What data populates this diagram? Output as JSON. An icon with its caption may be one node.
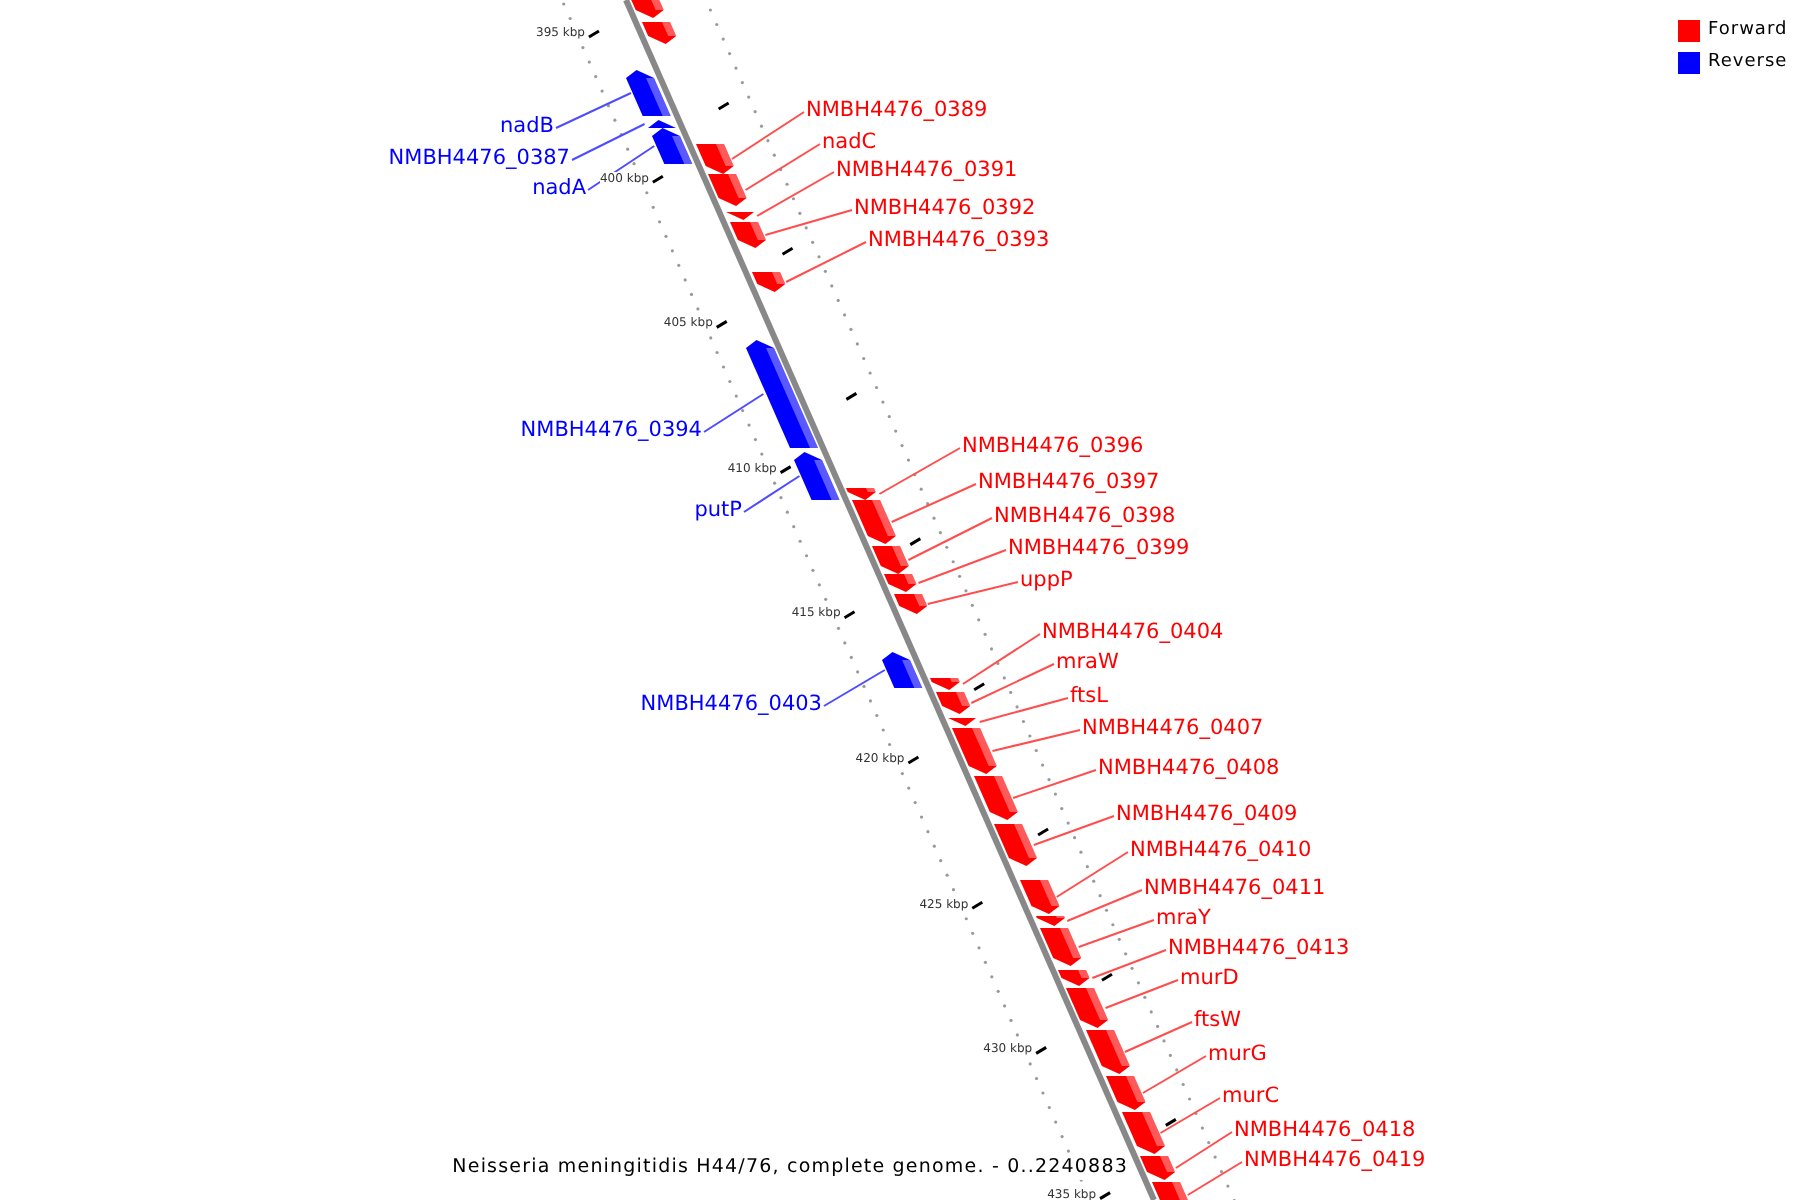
{
  "diagram": {
    "caption": "Neisseria meningitidis H44/76, complete genome. - 0..2240883",
    "nodes": [
      {
        "text": [
          "NMBH4476_0389"
        ]
      },
      {
        "text": [],
        "shape": "bar"
      },
      {
        "text": [
          "nadB"
        ]
      },
      {
        "text": [],
        "shape": "bar"
      },
      {
        "text": [
          "nadC"
        ]
      },
      {
        "text": [],
        "shape": "bar"
      },
      {
        "text": [
          "NMBH4476_0387"
        ]
      },
      {
        "text": [],
        "shape": "bar"
      },
      {
        "text": [
          "NMBH4476_0391"
        ]
      },
      {
        "text": [],
        "shape": "bar"
      },
      {
        "text": [
          "nadA"
        ]
      },
      {
        "text": [],
        "shape": "bar"
      },
      {
        "text": [
          "NMBH4476_0392"
        ]
      },
      {
        "text": [],
        "shape": "bar"
      },
      {
        "text": [
          "NMBH4476_0393"
        ]
      },
      {
        "text": [],
        "shape": "bar"
      },
      {
        "text": [
          "NMBH4476_0394"
        ]
      },
      {
        "text": [],
        "shape": "bar"
      },
      {
        "text": [
          "NMBH4476_0396"
        ]
      },
      {
        "text": [],
        "shape": "bar"
      },
      {
        "text": [
          "NMBH4476_0397"
        ]
      },
      {
        "text": [],
        "shape": "bar"
      },
      {
        "text": [
          "putP"
        ]
      },
      {
        "text": [],
        "shape": "bar"
      },
      {
        "text": [
          "NMBH4476_0398"
        ]
      },
      {
        "text": [],
        "shape": "bar"
      },
      {
        "text": [
          "NMBH4476_0399"
        ]
      },
      {
        "text": [],
        "shape": "bar"
      },
      {
        "text": [
          "uppP"
        ]
      },
      {
        "text": [],
        "shape": "bar"
      },
      {
        "text": [
          "NMBH4476_0404"
        ]
      },
      {
        "text": [],
        "shape": "bar"
      },
      {
        "text": [
          "mraW"
        ]
      },
      {
        "text": [],
        "shape": "bar"
      },
      {
        "text": [
          "ftsL"
        ]
      },
      {
        "text": [],
        "shape": "bar"
      },
      {
        "text": [
          "NMBH4476_0403"
        ]
      },
      {
        "text": [],
        "shape": "bar"
      },
      {
        "text": [
          "NMBH4476_0407"
        ]
      },
      {
        "text": [],
        "shape": "bar"
      },
      {
        "text": [
          "NMBH4476_0408"
        ]
      },
      {
        "text": [],
        "shape": "bar"
      },
      {
        "text": [
          "NMBH4476_0409"
        ]
      },
      {
        "text": [],
        "shape": "bar"
      },
      {
        "text": [
          "NMBH4476_0410"
        ]
      },
      {
        "text": [],
        "shape": "bar"
      },
      {
        "text": [
          "NMBH4476_0411"
        ]
      },
      {
        "text": [],
        "shape": "bar"
      },
      {
        "text": [
          "mraY"
        ]
      },
      {
        "text": [],
        "shape": "bar"
      },
      {
        "text": [
          "NMBH4476_0413"
        ]
      },
      {
        "text": [],
        "shape": "bar"
      },
      {
        "text": [
          "murD"
        ]
      },
      {
        "text": [],
        "shape": "bar"
      },
      {
        "text": [
          "ftsW"
        ]
      },
      {
        "text": [],
        "shape": "bar"
      },
      {
        "text": [
          "murG"
        ]
      },
      {
        "text": [],
        "shape": "bar"
      },
      {
        "text": [
          "murC"
        ]
      },
      {
        "text": [],
        "shape": "bar"
      },
      {
        "text": [
          "NMBH4476_0418"
        ]
      },
      {
        "text": [],
        "shape": "bar"
      },
      {
        "text": [
          "NMBH4476_0419"
        ]
      },
      {
        "text": [],
        "shape": "bar"
      },
      {
        "text": [],
        "shape": "bar"
      },
      {
        "text": [],
        "shape": "bar"
      }
    ],
    "edges": [
      {
        "from": 0,
        "to": 1,
        "arrow": "none"
      },
      {
        "from": 2,
        "to": 3,
        "arrow": "none",
        "color": "#4d4dff"
      },
      {
        "from": 4,
        "to": 5,
        "arrow": "none"
      },
      {
        "from": 6,
        "to": 7,
        "arrow": "none",
        "color": "#4d4dff"
      },
      {
        "from": 8,
        "to": 9,
        "arrow": "none"
      },
      {
        "from": 10,
        "to": 11,
        "arrow": "none",
        "color": "#4d4dff"
      },
      {
        "from": 12,
        "to": 13,
        "arrow": "none"
      },
      {
        "from": 14,
        "to": 15,
        "arrow": "none"
      },
      {
        "from": 16,
        "to": 17,
        "arrow": "none",
        "color": "#4d4dff"
      },
      {
        "from": 18,
        "to": 19,
        "arrow": "none"
      },
      {
        "from": 20,
        "to": 21,
        "arrow": "none"
      },
      {
        "from": 22,
        "to": 23,
        "arrow": "none",
        "color": "#4d4dff"
      },
      {
        "from": 24,
        "to": 25,
        "arrow": "none"
      },
      {
        "from": 26,
        "to": 27,
        "arrow": "none"
      },
      {
        "from": 28,
        "to": 29,
        "arrow": "none"
      },
      {
        "from": 30,
        "to": 31,
        "arrow": "none"
      },
      {
        "from": 32,
        "to": 33,
        "arrow": "none"
      },
      {
        "from": 34,
        "to": 35,
        "arrow": "none"
      },
      {
        "from": 36,
        "to": 37,
        "arrow": "none",
        "color": "#4d4dff"
      },
      {
        "from": 38,
        "to": 39,
        "arrow": "none"
      },
      {
        "from": 40,
        "to": 41,
        "arrow": "none"
      },
      {
        "from": 42,
        "to": 43,
        "arrow": "none"
      },
      {
        "from": 44,
        "to": 45,
        "arrow": "none"
      },
      {
        "from": 46,
        "to": 47,
        "arrow": "none"
      },
      {
        "from": 48,
        "to": 49,
        "arrow": "none"
      },
      {
        "from": 50,
        "to": 51,
        "arrow": "none"
      },
      {
        "from": 52,
        "to": 53,
        "arrow": "none"
      },
      {
        "from": 54,
        "to": 55,
        "arrow": "none"
      },
      {
        "from": 56,
        "to": 57,
        "arrow": "none"
      },
      {
        "from": 58,
        "to": 59,
        "arrow": "none"
      },
      {
        "from": 60,
        "to": 61,
        "arrow": "none"
      },
      {
        "from": 62,
        "to": 63,
        "arrow": "none"
      }
    ],
    "labels": [
      "395 kbp",
      "400 kbp",
      "405 kbp",
      "410 kbp",
      "415 kbp",
      "420 kbp",
      "425 kbp",
      "430 kbp",
      "435 kbp"
    ],
    "legend": [
      {
        "text": "Forward",
        "color": "#ff0000"
      },
      {
        "text": "Reverse",
        "color": "#0000ff"
      }
    ]
  }
}
